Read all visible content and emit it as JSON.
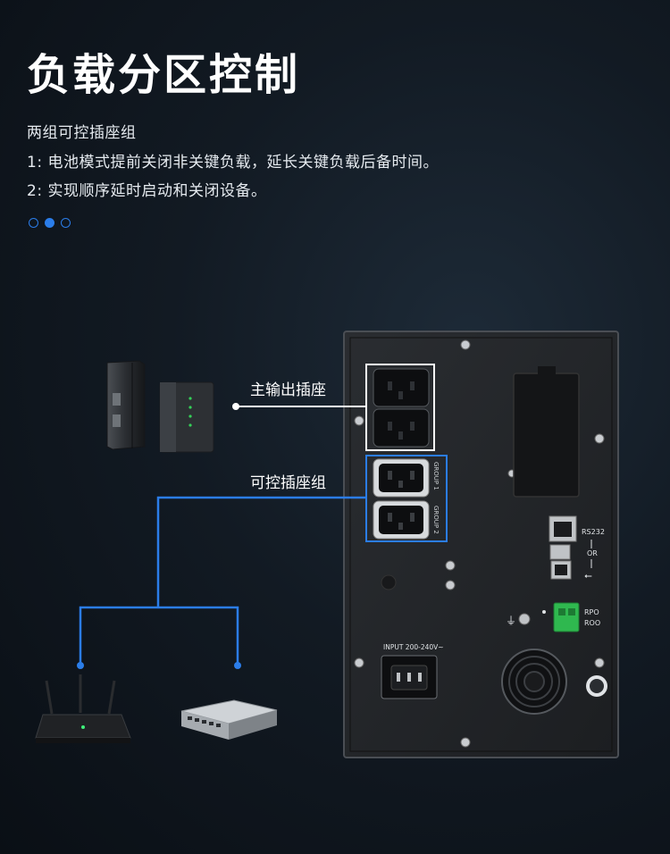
{
  "heading": "负载分区控制",
  "lines": [
    "两组可控插座组",
    "1:  电池模式提前关闭非关键负载，延长关键负载后备时间。",
    "2:  实现顺序延时启动和关闭设备。"
  ],
  "pager": {
    "count": 3,
    "active_index": 1
  },
  "labels": {
    "main_outlet": "主输出插座",
    "controlled_group": "可控插座组"
  },
  "panel_text": {
    "group1": "GROUP 1",
    "group2": "GROUP 2",
    "rs232": "RS232",
    "or": "OR",
    "rpo": "RPO",
    "roo": "ROO",
    "input": "INPUT  200-240V~"
  },
  "colors": {
    "accent": "#2b7de9",
    "line_white": "#ffffff"
  }
}
